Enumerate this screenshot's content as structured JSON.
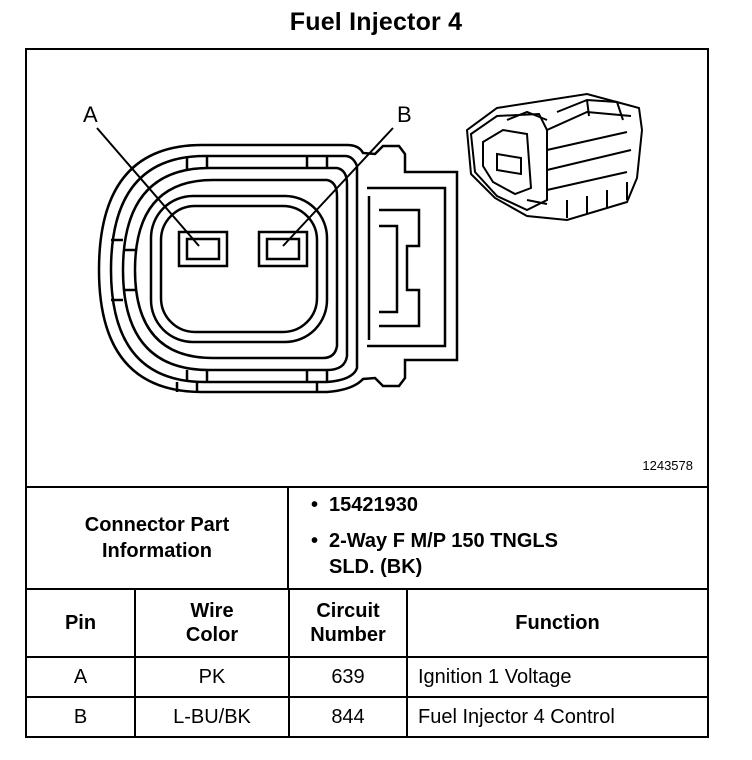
{
  "title": "Fuel Injector 4",
  "diagram": {
    "pin_label_a": "A",
    "pin_label_b": "B",
    "figure_id": "1243578"
  },
  "connector_info": {
    "label_line1": "Connector Part",
    "label_line2": "Information",
    "part_number": "15421930",
    "description_line1": "2-Way F M/P 150 TNGLS",
    "description_line2": "SLD. (BK)"
  },
  "table": {
    "headers": {
      "pin": "Pin",
      "wire_color_line1": "Wire",
      "wire_color_line2": "Color",
      "circuit_line1": "Circuit",
      "circuit_line2": "Number",
      "function": "Function"
    },
    "rows": [
      {
        "pin": "A",
        "wire_color": "PK",
        "circuit": "639",
        "function": "Ignition 1 Voltage"
      },
      {
        "pin": "B",
        "wire_color": "L-BU/BK",
        "circuit": "844",
        "function": "Fuel Injector 4 Control"
      }
    ]
  }
}
